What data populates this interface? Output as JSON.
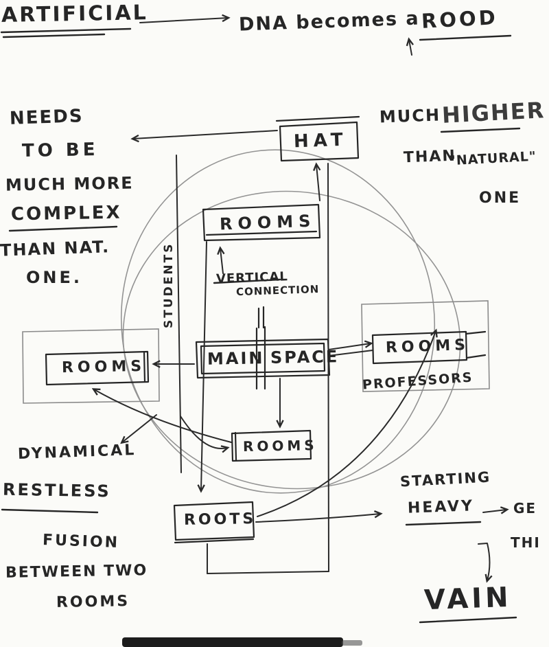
{
  "header": {
    "artificial": "ARTIFICIAL",
    "dna_becomes": "DNA becomes a",
    "rood": "ROOD"
  },
  "left_note": {
    "lines": [
      "NEEDS",
      "TO BE",
      "MUCH MORE",
      "COMPLEX",
      "THAN NAT.",
      "ONE."
    ]
  },
  "right_note": {
    "much": "MUCH",
    "higher": "HIGHER",
    "than": "THAN",
    "natural": "\"NATURAL\"",
    "one": "ONE"
  },
  "nodes": {
    "hat": "HAT",
    "rooms_top": "ROOMS",
    "rooms_left": "ROOMS",
    "rooms_right": "ROOMS",
    "rooms_bottom": "ROOMS",
    "main": "MAIN",
    "space": "SPACE",
    "roots": "ROOTS"
  },
  "labels": {
    "vertical": "VERTICAL",
    "connection": "CONNECTION",
    "students": "STUDENTS",
    "professors": "PROFESSORS"
  },
  "bottom_left": {
    "dynamical": "DYNAMICAL",
    "restless": "RESTLESS",
    "fusion": "FUSION",
    "between_two": "BETWEEN TWO",
    "rooms": "ROOMS"
  },
  "bottom_right": {
    "starting": "STARTING",
    "heavy": "HEAVY",
    "get": "GE",
    "thin": "THI",
    "vain": "VAIN"
  },
  "colors": {
    "ink": "#2a2a2a",
    "pencil": "#787878",
    "paper": "#fbfbf8"
  }
}
